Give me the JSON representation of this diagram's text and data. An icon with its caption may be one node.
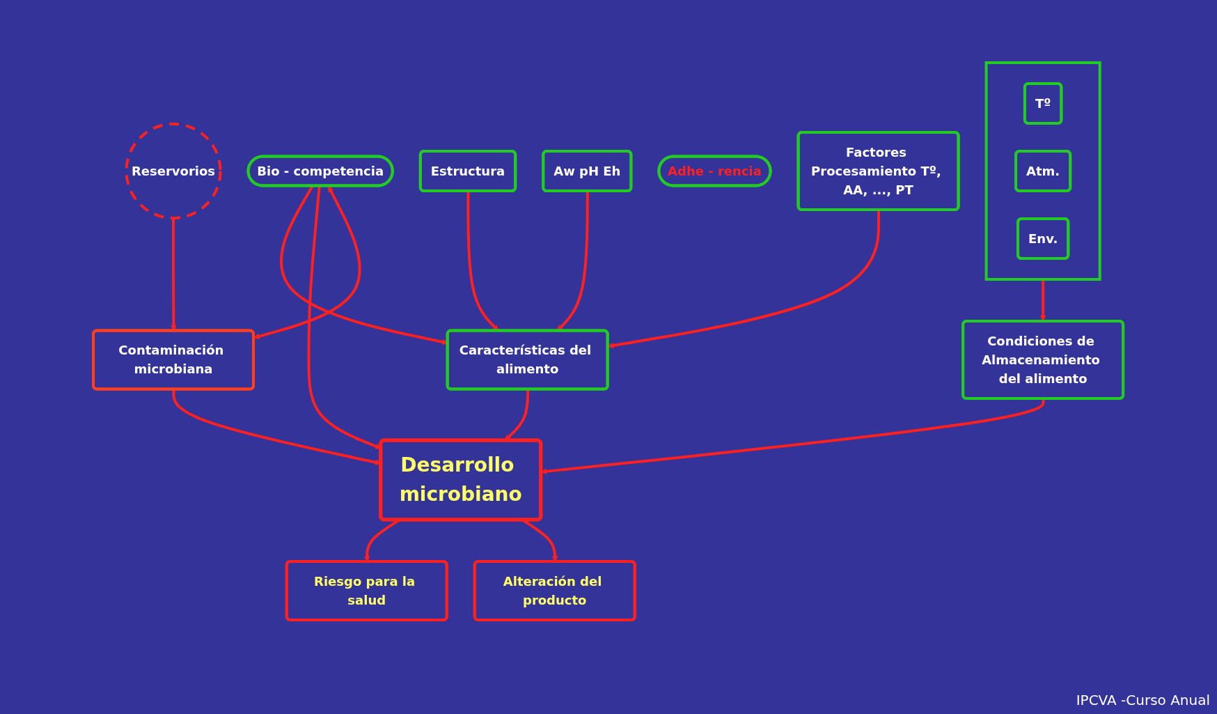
{
  "diagram": {
    "nodes": [
      {
        "text": [
          "Estructura"
        ]
      },
      {
        "text": [
          "Aw pH Eh"
        ]
      },
      {
        "text": [
          "Factores Procesamiento Tº, AA, ..., PT"
        ]
      },
      {
        "text": [
          "Adhe - rencia"
        ]
      },
      {
        "text": [
          "Bio - competencia"
        ]
      },
      {
        "text": [
          "Características del alimento"
        ]
      },
      {
        "text": [
          "Contaminación microbiana"
        ]
      },
      {
        "text": [
          "Desarrollo microbiano"
        ]
      },
      {
        "text": [
          "Riesgo para la salud"
        ]
      },
      {
        "text": [
          "Alteración del producto"
        ]
      },
      {
        "text": [
          "Reservorios"
        ]
      },
      {
        "text": [
          "Condiciones de Almacenamiento del alimento"
        ]
      },
      {
        "text": [],
        "shape": "box"
      },
      {
        "text": [
          "Tº"
        ],
        "in": 12
      },
      {
        "text": [
          "Atm."
        ],
        "in": 12
      },
      {
        "text": [
          "Env."
        ],
        "in": 12
      }
    ],
    "edges": [
      {
        "from": 0,
        "to": 5,
        "arrow": "to"
      },
      {
        "from": 1,
        "to": 5,
        "arrow": "to"
      },
      {
        "from": 2,
        "to": 5,
        "arrow": "to"
      },
      {
        "from": 4,
        "to": 5,
        "arrow": "to"
      },
      {
        "from": 4,
        "to": 7,
        "arrow": "to"
      },
      {
        "from": 4,
        "to": 6,
        "arrow": "both"
      },
      {
        "from": 10,
        "to": 6,
        "arrow": "to"
      },
      {
        "from": 6,
        "to": 7,
        "arrow": "to"
      },
      {
        "from": 5,
        "to": 7,
        "arrow": "to"
      },
      {
        "from": 11,
        "to": 7,
        "arrow": "to"
      },
      {
        "from": 7,
        "to": 8,
        "arrow": "to"
      },
      {
        "from": 7,
        "to": 9,
        "arrow": "to"
      },
      {
        "from": 12,
        "to": 11,
        "arrow": "to"
      }
    ],
    "labels": [
      "IPCVA -Curso Anual"
    ]
  }
}
